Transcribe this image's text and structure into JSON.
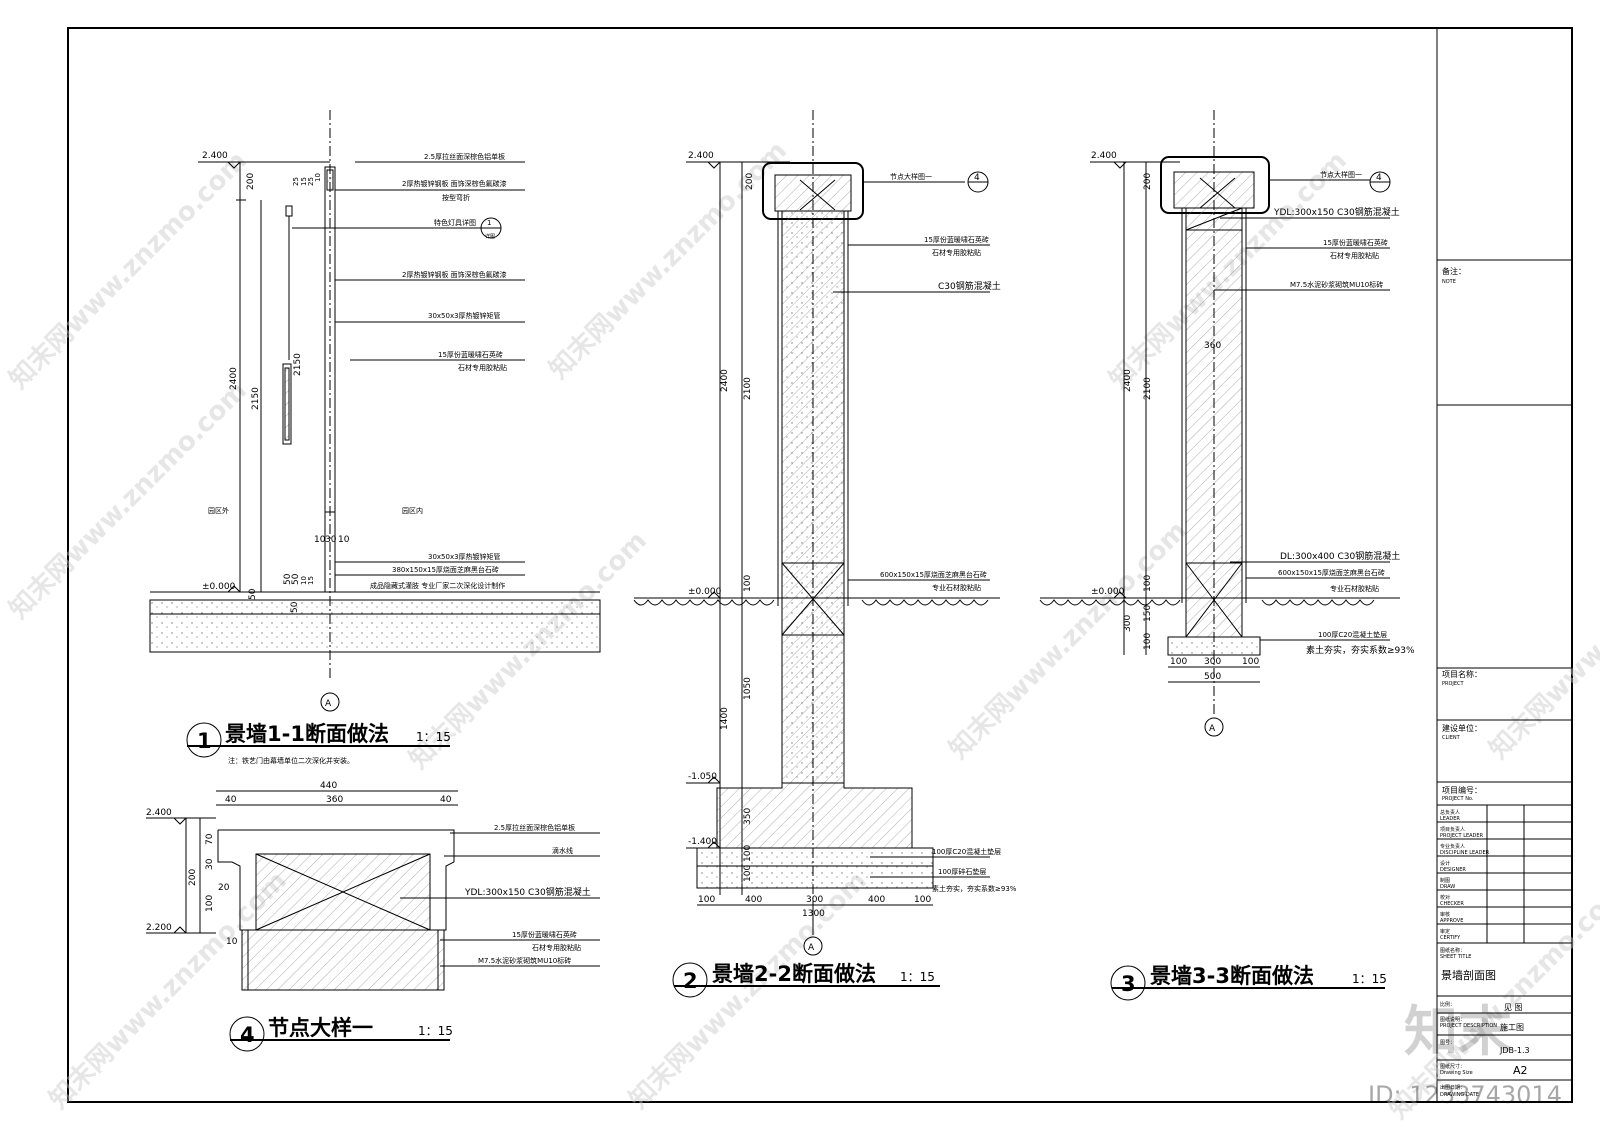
{
  "watermark": {
    "site": "知末网www.znzmo.com",
    "logo": "知末",
    "id_label": "ID: 1233743014"
  },
  "section1": {
    "title": "景墙1-1断面做法",
    "scale": "1：15",
    "number": "1",
    "note": "注：铁艺门由幕墙单位二次深化并安装。",
    "labels": {
      "top_level": "2.400",
      "ground_level": "±0.000",
      "outside": "园区外",
      "inside": "园区内",
      "axis": "A"
    },
    "dims": [
      "200",
      "2400",
      "2150",
      "2150",
      "25",
      "15",
      "25",
      "10",
      "50",
      "50",
      "10",
      "15",
      "50",
      "10",
      "30",
      "10"
    ],
    "annotations": [
      "2.5厚拉丝面深棕色铝单板",
      "2厚热镀锌钢板 面饰深棕色氟碳漆",
      "按型弯折",
      "特色灯具详图",
      "2厚热镀锌钢板 面饰深棕色氟碳漆",
      "30x50x3厚热镀锌矩管",
      "15厚份蓝暖啸石英砖",
      "石材专用胶粘贴",
      "30x50x3厚热镀锌矩管",
      "380x150x15厚烧面芝麻黑台石砖",
      "成品隐藏式灌肢 专业厂家二次深化设计制作"
    ],
    "callout": "1",
    "callout_sub": "详图"
  },
  "section2": {
    "title": "景墙2-2断面做法",
    "scale": "1：15",
    "number": "2",
    "labels": {
      "top_level": "2.400",
      "ground_level": "±0.000",
      "level_1": "-1.050",
      "level_2": "-1.400",
      "axis": "A"
    },
    "dims_v": [
      "200",
      "2400",
      "2100",
      "100",
      "1400",
      "1050",
      "350",
      "100",
      "100"
    ],
    "dims_h": [
      "100",
      "400",
      "300",
      "400",
      "100",
      "1300"
    ],
    "annotations": [
      "节点大样图一",
      "15厚份蓝暖啸石英砖",
      "石材专用胶粘贴",
      "C30钢筋混凝土",
      "600x150x15厚烧面芝麻黑台石砖",
      "专业石材胶粘贴",
      "100厚C20混凝土垫层",
      "100厚碎石垫层",
      "素土夯实，夯实系数≥93%"
    ],
    "callout": "4"
  },
  "section3": {
    "title": "景墙3-3断面做法",
    "scale": "1：15",
    "number": "3",
    "labels": {
      "top_level": "2.400",
      "ground_level": "±0.000",
      "axis": "A"
    },
    "dims_v": [
      "200",
      "2400",
      "2100",
      "100",
      "300",
      "150",
      "100"
    ],
    "dims_h": [
      "100",
      "300",
      "100",
      "500",
      "360"
    ],
    "annotations": [
      "节点大样图一",
      "YDL:300x150 C30钢筋混凝土",
      "15厚份蓝暖啸石英砖",
      "石材专用胶粘贴",
      "M7.5水泥砂浆砌筑MU10标砖",
      "DL:300x400 C30钢筋混凝土",
      "600x150x15厚烧面芝麻黑台石砖",
      "专业石材胶粘贴",
      "100厚C20混凝土垫层",
      "素土夯实，夯实系数≥93%"
    ],
    "callout": "4"
  },
  "section4": {
    "title": "节点大样一",
    "scale": "1：15",
    "number": "4",
    "labels": {
      "top_level": "2.400",
      "low_level": "2.200"
    },
    "dims_h": [
      "440",
      "40",
      "360",
      "40"
    ],
    "dims_v": [
      "70",
      "30",
      "200",
      "100",
      "20",
      "10"
    ],
    "annotations": [
      "2.5厚拉丝面深棕色铝单板",
      "滴水线",
      "YDL:300x150 C30钢筋混凝土",
      "15厚份蓝暖啸石英砖",
      "石材专用胶粘贴",
      "M7.5水泥砂浆砌筑MU10标砖"
    ]
  },
  "titleblock": {
    "note": "备注：",
    "note_en": "NOTE",
    "project": "项目名称：",
    "project_en": "PROJECT",
    "client": "建设单位：",
    "client_en": "CLIENT",
    "project_no": "项目编号：",
    "project_no_en": "PROJECT No.",
    "roles": [
      {
        "cn": "总负责人",
        "en": "LEADER"
      },
      {
        "cn": "项目负责人",
        "en": "PROJECT LEADER"
      },
      {
        "cn": "专业负责人",
        "en": "DISCIPLINE LEADER"
      },
      {
        "cn": "设计",
        "en": "DESIGNER"
      },
      {
        "cn": "制图",
        "en": "DRAW"
      },
      {
        "cn": "校对",
        "en": "CHECKER"
      },
      {
        "cn": "审核",
        "en": "APPROVE"
      },
      {
        "cn": "审定",
        "en": "CERTIFY"
      }
    ],
    "sheet_title_label": "图纸名称：",
    "sheet_title_label_en": "SHEET TITLE",
    "sheet_title": "景墙剖面图",
    "scale_label": "比例：",
    "scale_value": "见 图",
    "desc_label": "图纸说明：",
    "desc_label_en": "PROJECT DESCRIPTION",
    "desc_value": "施工图",
    "drawing_no_label": "图号：",
    "drawing_no": "JDB-1.3",
    "size_label": "图纸尺寸：",
    "size_label_en": "Drawing Size",
    "size_value": "A2",
    "date_label": "出图日期：",
    "date_label_en": "DRAWING DATE"
  }
}
